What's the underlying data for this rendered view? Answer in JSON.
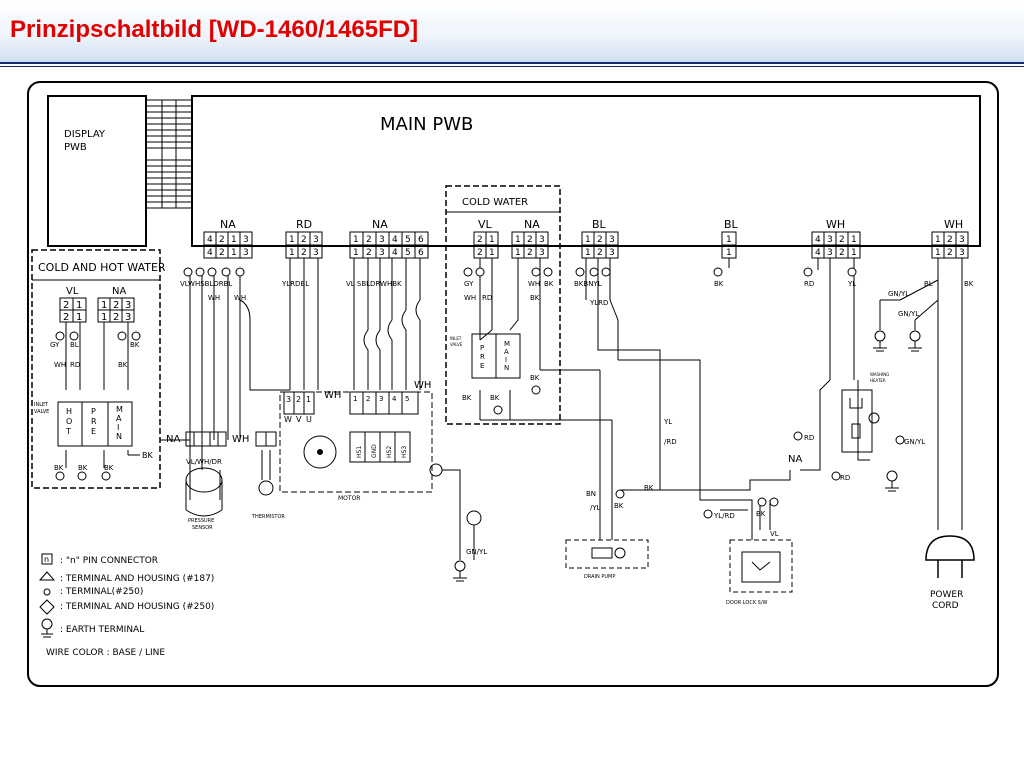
{
  "header": {
    "title": "Prinzipschaltbild [WD-1460/1465FD]"
  },
  "diagram": {
    "main_pwb": "MAIN  PWB",
    "display_pwb": [
      "DISPLAY",
      "PWB"
    ],
    "cold_hot_water": "COLD AND HOT WATER",
    "cold_water": "COLD  WATER",
    "connectors": {
      "na1": "NA",
      "rd": "RD",
      "na2": "NA",
      "vl1": "VL",
      "na3": "NA",
      "bl1": "BL",
      "bl2": "BL",
      "wh1": "WH",
      "wh2": "WH",
      "vl2": "VL",
      "na4": "NA"
    },
    "pins": {
      "na1_top": [
        "4",
        "2",
        "1",
        "3"
      ],
      "na1_bot": [
        "4",
        "2",
        "1",
        "3"
      ],
      "rd": [
        "1",
        "2",
        "3"
      ],
      "na2_top": [
        "1",
        "2",
        "3",
        "4",
        "5",
        "6"
      ],
      "na2_bot": [
        "1",
        "2",
        "3",
        "4",
        "5",
        "6"
      ],
      "vl1_top": [
        "2",
        "1"
      ],
      "vl1_bot": [
        "2",
        "1"
      ],
      "na3": [
        "1",
        "2",
        "3"
      ],
      "bl1": [
        "1",
        "2",
        "3"
      ],
      "bl2": [
        "1"
      ],
      "wh1_top": [
        "4",
        "3",
        "2",
        "1"
      ],
      "wh1_bot": [
        "4",
        "3",
        "2",
        "1"
      ],
      "wh2": [
        "1",
        "2",
        "3"
      ],
      "vl2": [
        "2",
        "1"
      ],
      "na4": [
        "1",
        "2",
        "3"
      ]
    },
    "components": {
      "pressure_sensor": [
        "PRESSURE",
        "SENSOR"
      ],
      "thermistor": "THERMISTOR",
      "motor": "MOTOR",
      "drain_pump": "DRAIN PUMP",
      "door_lock": "DOOR LOCK S/W",
      "washing_heater": [
        "WASHING",
        "HEATER"
      ],
      "power_cord": [
        "POWER",
        "CORD"
      ],
      "inlet_valve": [
        "INLET",
        "VALVE"
      ],
      "valve_letters_hot": [
        "H",
        "O",
        "T"
      ],
      "valve_letters_pre": [
        "P",
        "R",
        "E"
      ],
      "valve_letters_main": [
        "M",
        "A",
        "I",
        "N"
      ],
      "motor_terminals": [
        "W",
        "V",
        "U"
      ],
      "hall_sensors": [
        "HS1",
        "GND",
        "HS2",
        "HS3"
      ],
      "motor_pins": [
        "3",
        "2",
        "1"
      ],
      "hall_pins": [
        "1",
        "2",
        "3",
        "4",
        "5"
      ]
    },
    "wire_labels": {
      "vl": "VL",
      "wh": "WH",
      "bl": "BL",
      "bk": "BK",
      "rd": "RD",
      "yl": "YL",
      "gy": "GY",
      "bn": "BN",
      "gn_yl": "GN/YL",
      "yl_rd": "YL/RD",
      "vl_wh_sbl_dr": "VLWHSBLDRBL",
      "yl_rd_bl": "YLRDBL",
      "vl_sbl_dr_wh_bk": "VL SBLDRWHBK",
      "bk_bn_yl": "BKBNYL",
      "yl_rd_pair": "YLRD",
      "vl_wh_dr": "VL/WH/DR",
      "yl_slash": "YL",
      "yl_slash_rd": "/RD",
      "bn_slash": "BN",
      "slash_yl": "/YL"
    },
    "legend": {
      "items": [
        {
          "symbol": "n",
          "text": ": \"n\" PIN CONNECTOR"
        },
        {
          "symbol": "",
          "text": ":  TERMINAL AND HOUSING (#187)"
        },
        {
          "symbol": "",
          "text": ":  TERMINAL(#250)"
        },
        {
          "symbol": "",
          "text": ":  TERMINAL AND HOUSING (#250)"
        },
        {
          "symbol": "",
          "text": ":  EARTH TERMINAL"
        }
      ],
      "wire_color": "WIRE COLOR : BASE / LINE"
    }
  }
}
